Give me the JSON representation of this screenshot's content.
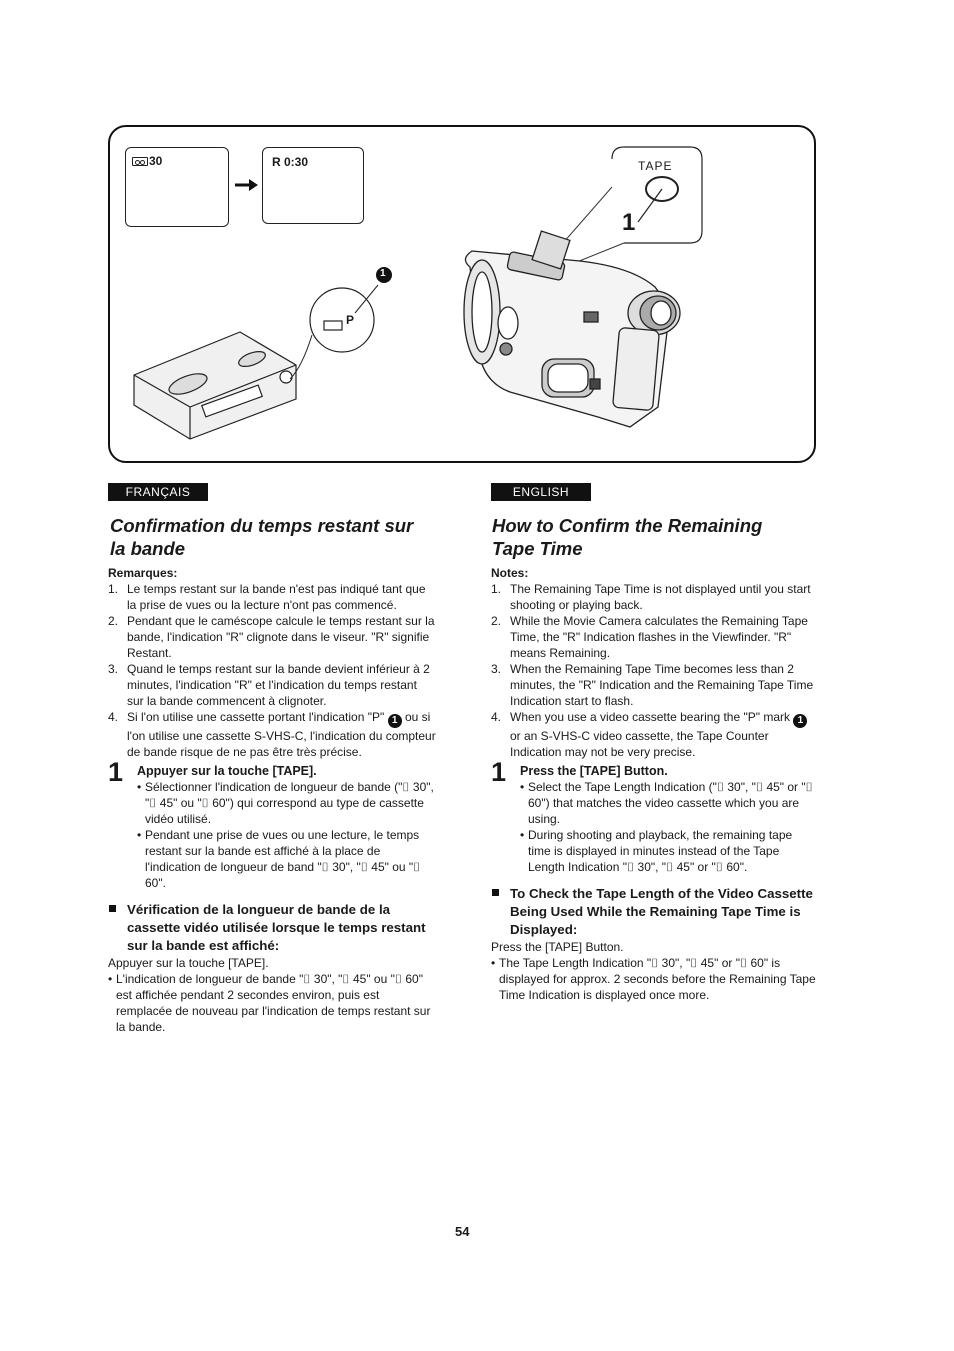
{
  "figure": {
    "screen1_text": "30",
    "screen2_text": "R 0:30",
    "tape_label": "TAPE",
    "step_callout": "1",
    "cassette_mark": "P",
    "marker": "1"
  },
  "french": {
    "lang_label": "FRANÇAIS",
    "title_line1": "Confirmation du temps restant sur",
    "title_line2": "la bande",
    "notes_label": "Remarques:",
    "notes": [
      {
        "n": "1.",
        "text": "Le temps restant sur la bande n'est pas indiqué tant que la prise de vues ou la lecture n'ont pas commencé."
      },
      {
        "n": "2.",
        "text": "Pendant que le caméscope calcule le temps restant sur la bande, l'indication \"R\" clignote dans le viseur. \"R\" signifie Restant."
      },
      {
        "n": "3.",
        "text": "Quand le temps restant sur la bande devient inférieur à 2 minutes, l'indication \"R\" et l'indication du temps restant sur la bande commencent à clignoter."
      },
      {
        "n": "4.",
        "text_before": "Si l'on utilise une cassette portant l'indication \"P\"",
        "text_after": "ou si l'on utilise une cassette S-VHS-C, l'indication du compteur de bande risque de ne pas être très précise."
      }
    ],
    "step_number": "1",
    "step_title": "Appuyer sur la touche [TAPE].",
    "step_bullets": [
      "Sélectionner l'indication de longueur de bande (\"⌷ 30\", \"⌷ 45\" ou \"⌷ 60\") qui correspond au type de cassette vidéo utilisé.",
      "Pendant une prise de vues ou une lecture, le temps restant sur la bande est affiché à la place de l'indication de longueur de band \"⌷ 30\", \"⌷ 45\" ou \"⌷ 60\"."
    ],
    "check_heading": "Vérification de la longueur de bande de la cassette vidéo utilisée lorsque le temps restant sur la bande est affiché:",
    "check_intro": "Appuyer sur la touche [TAPE].",
    "check_bullet": "L'indication de longueur de bande \"⌷ 30\", \"⌷ 45\" ou \"⌷ 60\" est affichée pendant 2 secondes environ, puis est remplacée de nouveau par l'indication de temps restant sur la bande."
  },
  "english": {
    "lang_label": "ENGLISH",
    "title_line1": "How to Confirm the Remaining",
    "title_line2": "Tape Time",
    "notes_label": "Notes:",
    "notes": [
      {
        "n": "1.",
        "text": "The Remaining Tape Time is not displayed until you start shooting or playing back."
      },
      {
        "n": "2.",
        "text": "While the Movie Camera calculates the Remaining Tape Time, the \"R\" Indication flashes in the Viewfinder. \"R\" means Remaining."
      },
      {
        "n": "3.",
        "text": "When the Remaining Tape Time becomes less than 2 minutes, the \"R\" Indication and the Remaining Tape Time Indication start to flash."
      },
      {
        "n": "4.",
        "text_before": "When you use a video cassette bearing the \"P\" mark",
        "text_after": "or an S-VHS-C video cassette, the Tape Counter Indication may not be very precise."
      }
    ],
    "step_number": "1",
    "step_title": "Press the [TAPE] Button.",
    "step_bullets": [
      "Select the Tape Length Indication (\"⌷ 30\", \"⌷ 45\" or \"⌷ 60\") that matches the video cassette which you are using.",
      "During shooting and playback, the remaining tape time is displayed in minutes instead of the Tape Length Indication \"⌷ 30\", \"⌷ 45\" or \"⌷ 60\"."
    ],
    "check_heading": "To Check the Tape Length of the Video Cassette Being Used While the Remaining Tape Time is Displayed:",
    "check_intro": "Press the [TAPE] Button.",
    "check_bullet": "The Tape Length Indication \"⌷ 30\", \"⌷ 45\" or \"⌷ 60\" is displayed for approx. 2 seconds before the Remaining Tape Time Indication is displayed once more."
  },
  "page_number": "54"
}
